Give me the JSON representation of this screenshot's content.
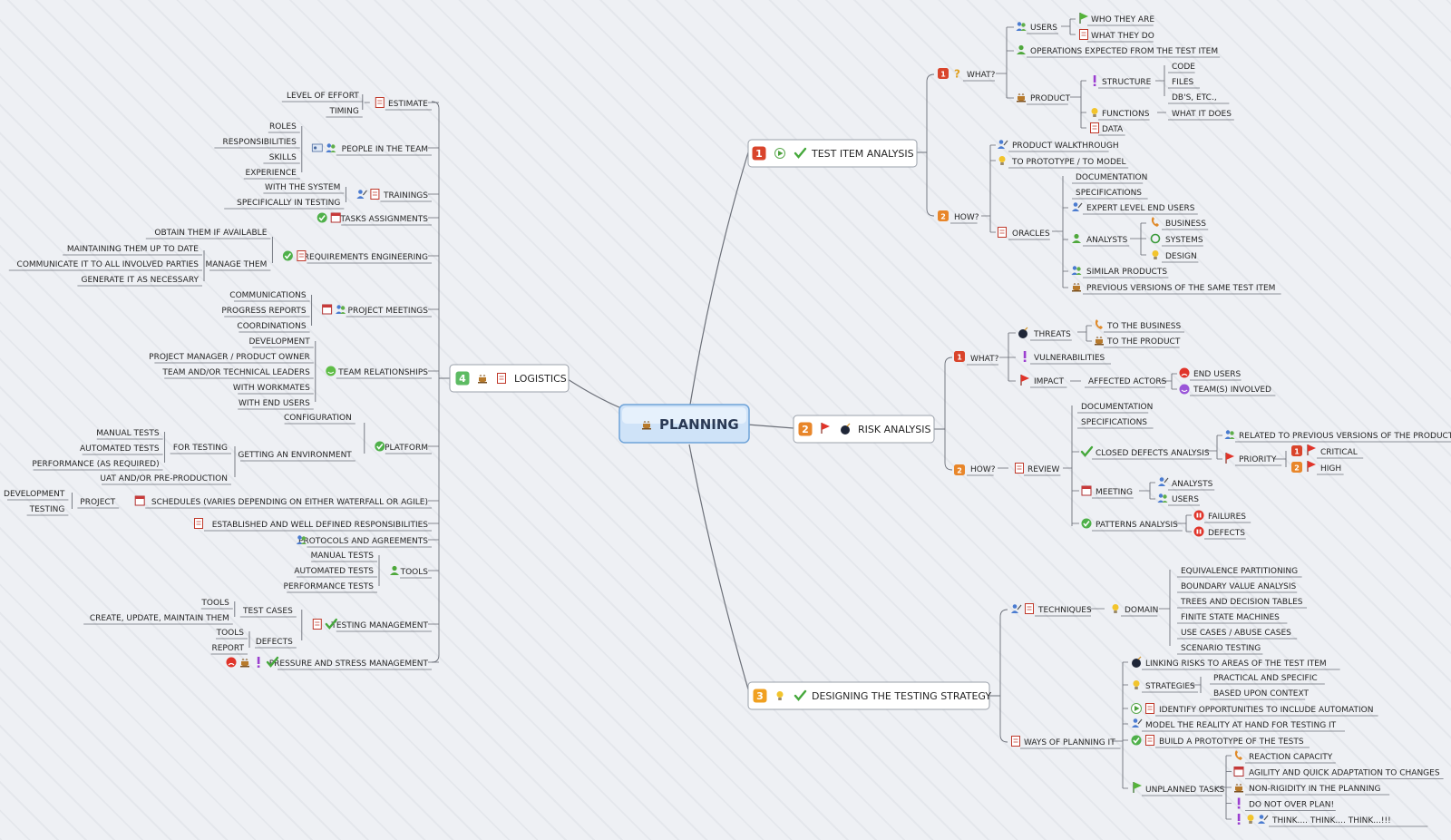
{
  "title": "PLANNING",
  "branches": {
    "test_item_analysis": {
      "number": "1",
      "label": "TEST ITEM ANALYSIS",
      "what": {
        "label": "WHAT?",
        "users": "USERS",
        "who_they_are": "WHO THEY ARE",
        "what_they_do": "WHAT THEY DO",
        "operations": "OPERATIONS EXPECTED FROM THE TEST ITEM",
        "product": "PRODUCT",
        "structure": "STRUCTURE",
        "code": "CODE",
        "files": "FILES",
        "dbs": "DB'S, ETC.,",
        "functions": "FUNCTIONS",
        "what_it_does": "WHAT IT DOES",
        "data": "DATA"
      },
      "how": {
        "label": "HOW?",
        "walkthrough": "PRODUCT WALKTHROUGH",
        "prototype": "TO PROTOTYPE / TO MODEL",
        "oracles": "ORACLES",
        "documentation": "DOCUMENTATION",
        "specifications": "SPECIFICATIONS",
        "expert": "EXPERT LEVEL END USERS",
        "analysts": "ANALYSTS",
        "business": "BUSINESS",
        "systems": "SYSTEMS",
        "design": "DESIGN",
        "similar": "SIMILAR PRODUCTS",
        "previous": "PREVIOUS VERSIONS OF THE SAME TEST ITEM"
      }
    },
    "risk_analysis": {
      "number": "2",
      "label": "RISK ANALYSIS",
      "what": {
        "label": "WHAT?",
        "threats": "THREATS",
        "to_business": "TO THE BUSINESS",
        "to_product": "TO THE PRODUCT",
        "vulnerabilities": "VULNERABILITIES",
        "impact": "IMPACT",
        "affected_actors": "AFFECTED ACTORS",
        "end_users": "END USERS",
        "teams_involved": "TEAM(S) INVOLVED"
      },
      "how": {
        "label": "HOW?",
        "review": "REVIEW",
        "documentation": "DOCUMENTATION",
        "specifications": "SPECIFICATIONS",
        "closed_defects": "CLOSED DEFECTS ANALYSIS",
        "related_previous": "RELATED TO PREVIOUS VERSIONS OF THE PRODUCT",
        "priority": "PRIORITY",
        "critical_num": "1",
        "critical": "CRITICAL",
        "high_num": "2",
        "high": "HIGH",
        "meeting": "MEETING",
        "analysts": "ANALYSTS",
        "users": "USERS",
        "patterns": "PATTERNS ANALYSIS",
        "failures": "FAILURES",
        "defects": "DEFECTS"
      }
    },
    "designing": {
      "number": "3",
      "label": "DESIGNING THE TESTING STRATEGY",
      "techniques": "TECHNIQUES",
      "domain": "DOMAIN",
      "domain_items": [
        "EQUIVALENCE PARTITIONING",
        "BOUNDARY VALUE ANALYSIS",
        "TREES AND DECISION TABLES",
        "FINITE STATE MACHINES",
        "USE CASES / ABUSE CASES",
        "SCENARIO TESTING"
      ],
      "ways": "WAYS OF PLANNING IT",
      "linking": "LINKING RISKS TO AREAS OF THE TEST ITEM",
      "strategies": "STRATEGIES",
      "practical": "PRACTICAL AND SPECIFIC",
      "context": "BASED UPON CONTEXT",
      "automation": "IDENTIFY OPPORTUNITIES TO INCLUDE AUTOMATION",
      "model": "MODEL THE REALITY AT HAND FOR TESTING IT",
      "prototype": "BUILD A PROTOTYPE OF THE TESTS",
      "unplanned": "UNPLANNED TASKS",
      "unplanned_items": [
        "REACTION CAPACITY",
        "AGILITY AND QUICK ADAPTATION TO CHANGES",
        "NON-RIGIDITY IN THE PLANNING",
        "DO NOT OVER PLAN!",
        "THINK.... THINK.... THINK...!!!"
      ]
    },
    "logistics": {
      "number": "4",
      "label": "LOGISTICS",
      "estimate": "ESTIMATE",
      "level_of_effort": "LEVEL OF EFFORT",
      "timing": "TIMING",
      "people": "PEOPLE IN THE TEAM",
      "people_items": [
        "ROLES",
        "RESPONSIBILITIES",
        "SKILLS",
        "EXPERIENCE"
      ],
      "trainings": "TRAININGS",
      "with_system": "WITH THE SYSTEM",
      "spec_testing": "SPECIFICALLY IN TESTING",
      "tasks": "TASKS ASSIGNMENTS",
      "req_eng": "REQUIREMENTS ENGINEERING",
      "obtain": "OBTAIN THEM IF AVAILABLE",
      "manage": "MANAGE THEM",
      "manage_items": [
        "MAINTAINING THEM UP TO DATE",
        "COMMUNICATE IT TO ALL INVOLVED PARTIES",
        "GENERATE IT AS NECESSARY"
      ],
      "meetings": "PROJECT MEETINGS",
      "meeting_items": [
        "COMMUNICATIONS",
        "PROGRESS REPORTS",
        "COORDINATIONS"
      ],
      "team_rel": "TEAM RELATIONSHIPS",
      "team_items": [
        "DEVELOPMENT",
        "PROJECT MANAGER / PRODUCT OWNER",
        "TEAM AND/OR TECHNICAL LEADERS",
        "WITH WORKMATES",
        "WITH END USERS"
      ],
      "platform": "PLATFORM",
      "configuration": "CONFIGURATION",
      "getting_env": "GETTING AN ENVIRONMENT",
      "for_testing": "FOR TESTING",
      "testing_items": [
        "MANUAL TESTS",
        "AUTOMATED TESTS",
        "PERFORMANCE (AS REQUIRED)"
      ],
      "uat": "UAT AND/OR PRE-PRODUCTION",
      "schedules": "SCHEDULES (VARIES DEPENDING ON EITHER WATERFALL OR AGILE)",
      "project": "PROJECT",
      "development": "DEVELOPMENT",
      "testing": "TESTING",
      "established": "ESTABLISHED AND WELL DEFINED RESPONSIBILITIES",
      "protocols": "PROTOCOLS AND AGREEMENTS",
      "tools": "TOOLS",
      "tools_items": [
        "MANUAL TESTS",
        "AUTOMATED TESTS",
        "PERFORMANCE TESTS"
      ],
      "testing_mgmt": "TESTING MANAGEMENT",
      "test_cases": "TEST CASES",
      "tc_tools": "TOOLS",
      "tc_create": "CREATE, UPDATE, MAINTAIN THEM",
      "defects": "DEFECTS",
      "def_tools": "TOOLS",
      "def_report": "REPORT",
      "pressure": "PRESSURE AND STRESS MANAGEMENT"
    }
  },
  "colors": {
    "line": "#6b6f78",
    "text": "#262626",
    "accent_red": "#d9442b",
    "accent_orange": "#e8862a",
    "accent_green": "#5fae5a",
    "check": "#45a83b"
  }
}
